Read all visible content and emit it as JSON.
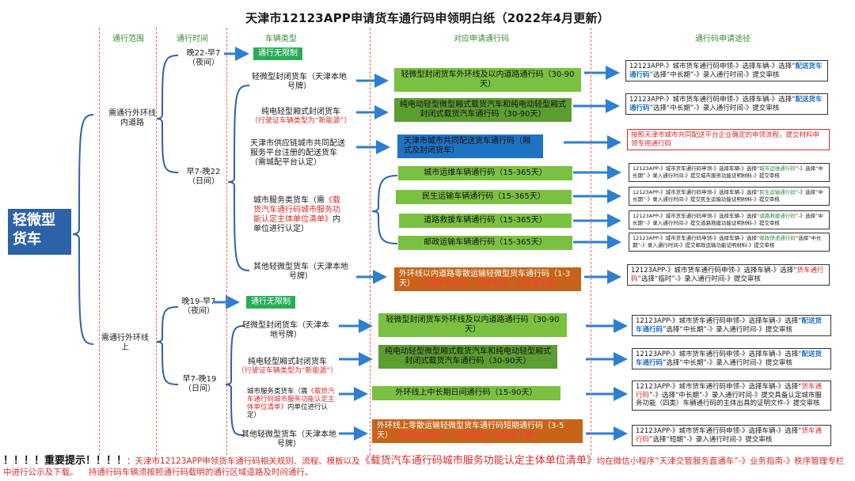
{
  "title": "天津市12123APP申请货车通行码申领明白纸（2022年4月更新）",
  "headers": {
    "scope": "通行范围",
    "time": "通行时间",
    "vehicle": "车辆类型",
    "code": "对应申请通行码",
    "channel": "通行码申请途径"
  },
  "main_category": "轻微型货车",
  "scopes": {
    "inner": "需通行外环线内道路",
    "outer": "需通行外环线上"
  },
  "times": {
    "inner_night": "晚22-早7（夜间）",
    "inner_day": "早7-晚22（日间）",
    "outer_night": "晚19-早7（夜间）",
    "outer_day": "早7-晚19（日间）"
  },
  "no_limit": "通行无限制",
  "inner_rows": {
    "r1": {
      "vehicle": "轻微型封闭货车（天津本地号牌）",
      "code": "轻微型封闭货车外环线及以内道路通行码（30-90天）",
      "channel_a": "12123APP-》城市货车通行码申领-》选择车辆-》选择“",
      "channel_hl": "配送货车通行码",
      "channel_b": "”选择“中长期”-》录入通行时间-》提交审核"
    },
    "r2": {
      "vehicle": "纯电轻型厢式封闭货车",
      "note": "（行驶证车辆类型为“新能源”）",
      "code": "纯电动轻型微型厢式载货汽车和纯电动轻型厢式封闭式载货汽车通行码（30-90天）",
      "channel_a": "12123APP-》城市货车通行码申领-》选择车辆-》选择“",
      "channel_hl": "配送货车通行码",
      "channel_b": "”选择“中长期”-》录入通行时间-》提交审核"
    },
    "r3": {
      "vehicle": "天津市供应链城市共同配送服务平台注册的配送货车（需城配平台认定）",
      "code": "天津市城市共同配送货车通行码（厢式及封闭货车）",
      "channel": "按照天津市城市共同配送平台企业确定的申领流程，提交材料申领专用通行码"
    },
    "service": {
      "vehicle_a": "城市服务类货车（需",
      "vehicle_b": "《载货汽车通行码城市服务功能认定主体单位清单》",
      "vehicle_c": "内单位进行认定）",
      "items": [
        {
          "code": "城市运维车辆通行码（15-365天）",
          "ch_a": "12123APP-》城市货车通行码申领-》选择车辆-》选择“",
          "ch_hl": "城市运维通行码",
          "ch_b": "”-》选择“中长期”-》录入通行时间-》提交城市服务功能证明材料-》提交审核"
        },
        {
          "code": "民生运输车辆通行码（15-365天）",
          "ch_a": "12123APP-》城市货车通行码申领-》选择车辆-》选择“",
          "ch_hl": "民生运输通行码",
          "ch_b": "”-》选择“中长期”-》录入通行时间-》提交民生运输功能证明材料-》提交审核"
        },
        {
          "code": "道路救援车辆通行码（15-365天）",
          "ch_a": "12123APP-》城市货车通行码申领-》选择车辆-》选择“",
          "ch_hl": "道路救援通行码",
          "ch_b": "”-》选择“中长期”-》录入通行时间-》提交道路救援功能证明材料-》提交审核"
        },
        {
          "code": "邮政运输车辆通行码（15-365天）",
          "ch_a": "12123APP-》城市货车通行码申领-》选择车辆-》选择“",
          "ch_hl": "邮政快递通行码",
          "ch_b": "”选择“中长期”-》录入通行时间-》提交邮政运输功能证明材料-》提交审核"
        }
      ]
    },
    "r5": {
      "vehicle": "其他轻微型货车（天津本地号牌）",
      "code": "外环线以内道路零散运输轻微型货车通行码（1-3天）",
      "code_red": "--无需提交材料，开放申领，设总量上限",
      "channel_a": "12123APP-》城市货车通行码申领-》选择车辆-》选择“",
      "channel_hl": "货车通行码",
      "channel_b": "”选择“临时”-》录入通行时间-》提交审核"
    }
  },
  "outer_rows": {
    "r1": {
      "vehicle": "轻微型封闭货车（天津本地号牌）",
      "code": "轻微型封闭货车外环线及以内道路通行码（30-90天）",
      "channel_a": "12123APP-》城市货车通行码申领-》选择车辆-》选择“",
      "channel_hl": "配送货车通行码",
      "channel_b": "”选择“中长期”-》录入通行时间-》提交审核"
    },
    "r2": {
      "vehicle": "纯电轻型厢式封闭货车",
      "note": "（行驶证车辆类型为“新能源”）",
      "code": "纯电动轻型微型厢式载货汽车和纯电动轻型厢式封闭式载货汽车通行码（30-90天）",
      "channel_a": "12123APP-》城市货车通行码申领-》选择车辆-》选择“",
      "channel_hl": "配送货车通行码",
      "channel_b": "”选择“中长期”-》录入通行时间-》提交审核"
    },
    "r3": {
      "vehicle_a": "城市服务类货车（需",
      "vehicle_b": "《载货汽车通行码城市服务功能认定主体单位清单》",
      "vehicle_c": "内单位进行认定）",
      "code": "外环线上中长期日间通行码（15-90天）",
      "channel_a": "12123APP-》城市货车通行码申领-》选择车辆-》选择“",
      "channel_hl": "货车通行码",
      "channel_b": "”-》选择“中长期”-》录入通行时间-》提交具备认定城市服务功能（四类）车辆通行码的主体出具的证明文件-》提交审核"
    },
    "r4": {
      "vehicle": "其他轻微型货车（天津本地号牌）",
      "code": "外环线上零散运输轻微型货车通行码短期通行码（3-5天）",
      "code_red": "--无需提交材料，开放申领，设总量上限",
      "channel_a": "12123APP-》城市货车通行码申领-》选择车辆-》选择“",
      "channel_hl": "货车通行码",
      "channel_b": "”选择“短期”-》录入通行时间-》提交审核"
    }
  },
  "footer": {
    "label": "！！！！重要提示！！！！",
    "text_a": "：天津市12123APP申领货车通行码相关规则、流程、模板以及",
    "list_name": "《载货汽车通行码城市服务功能认定主体单位清单》",
    "text_b": "均在微信小程序“天津交管服务直通车”-》业务指南-》秩序管理专栏中进行公示及下载。",
    "text_c": "持通行码车辆须按照通行码载明的通行区域道路及时间通行。"
  },
  "colors": {
    "green": "#7ac142",
    "blue": "#1f73c4",
    "brown": "#c8641a",
    "brand_blue": "#2e62a8",
    "red": "#d62c2c"
  }
}
